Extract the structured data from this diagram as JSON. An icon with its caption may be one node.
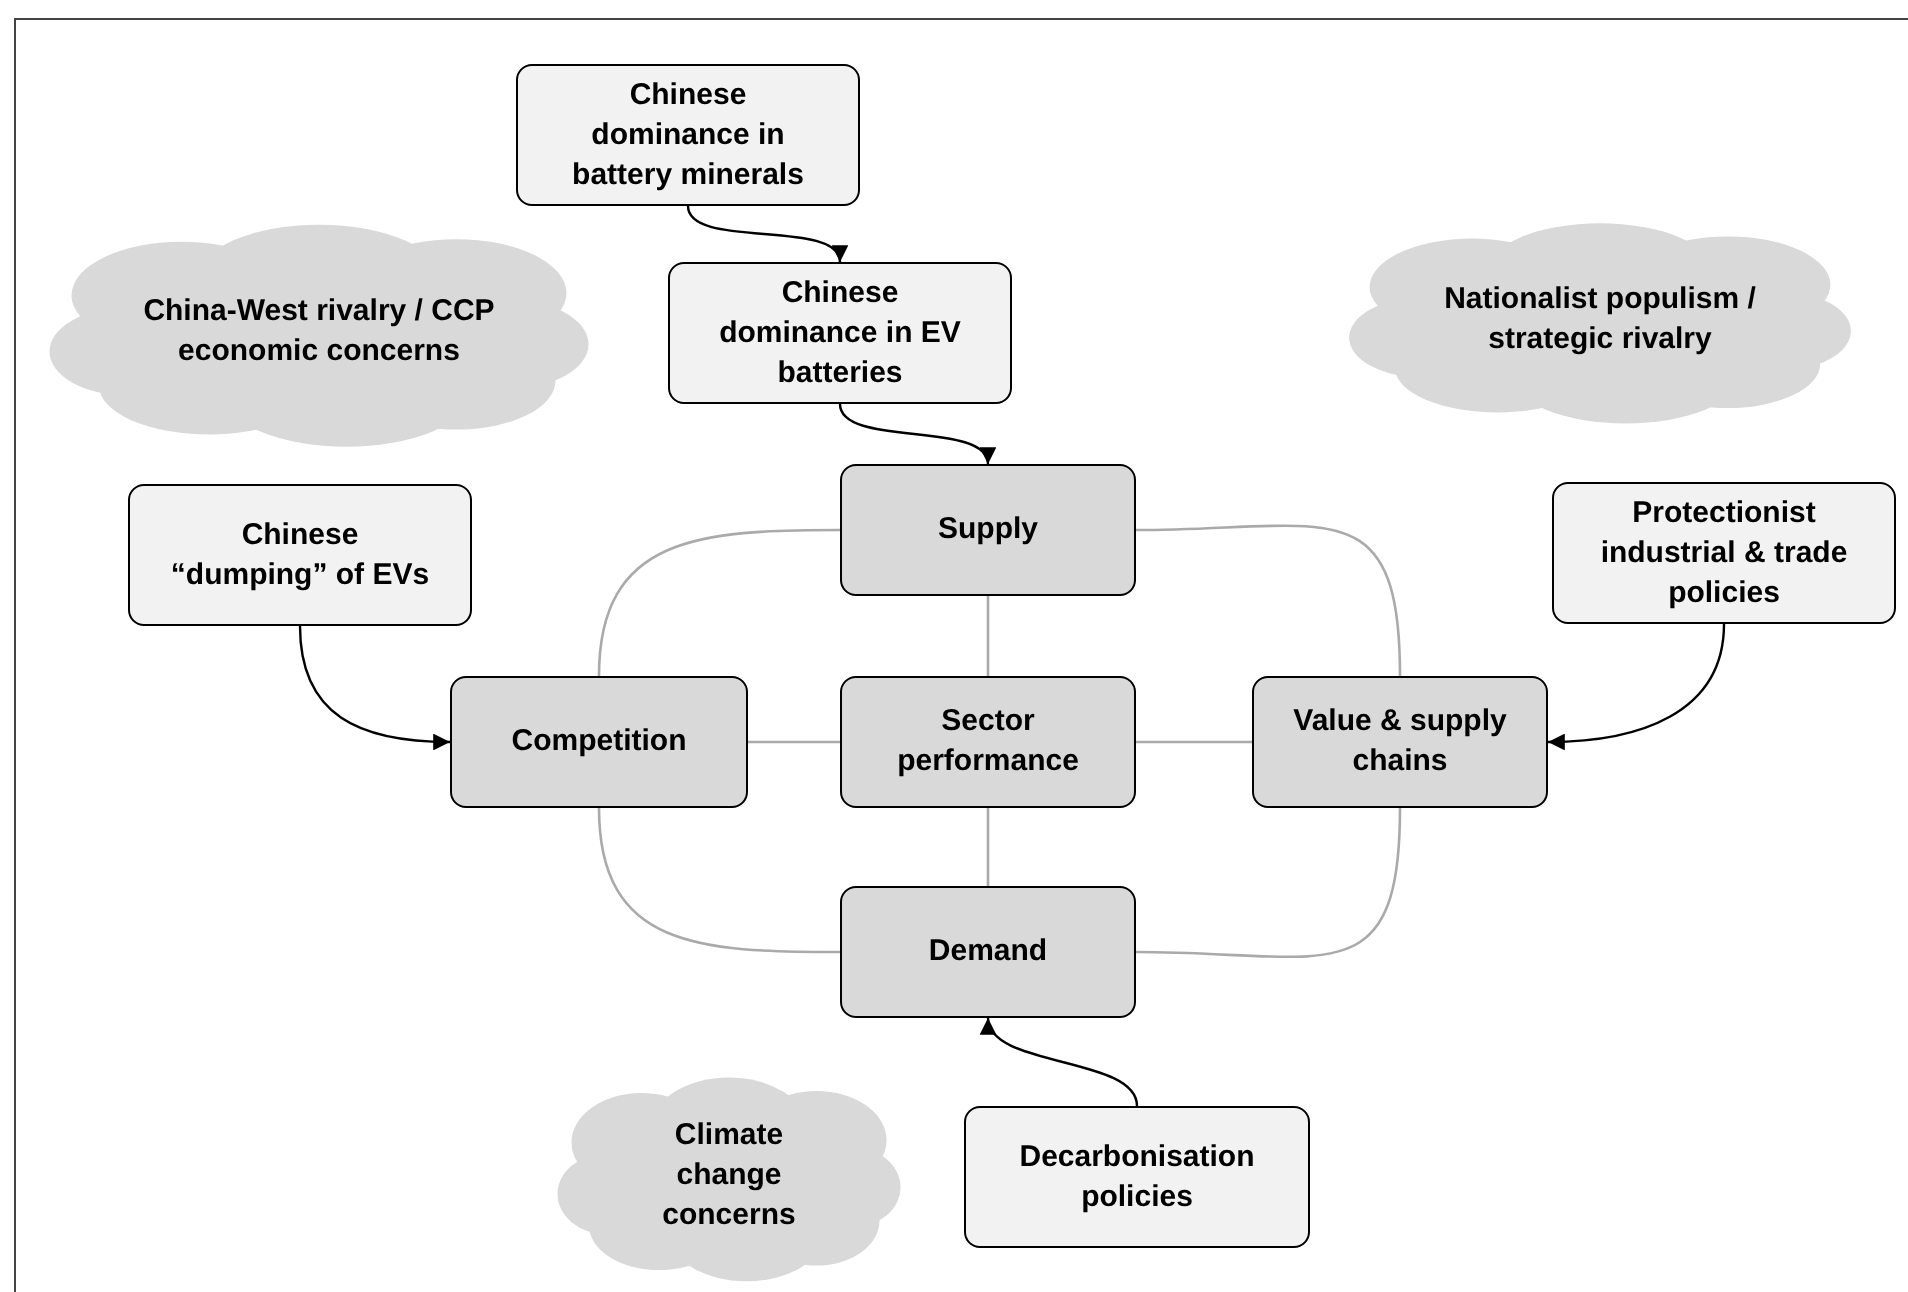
{
  "diagram": {
    "nodes": [
      {
        "text": [
          "Chinese dominance in battery minerals"
        ]
      },
      {
        "text": [
          "Chinese dominance in EV batteries"
        ]
      },
      {
        "text": [
          "China-West rivalry / CCP economic concerns"
        ]
      },
      {
        "text": [
          "Nationalist populism / strategic rivalry"
        ]
      },
      {
        "text": [
          "Chinese “dumping” of EVs"
        ]
      },
      {
        "text": [
          "Supply"
        ]
      },
      {
        "text": [
          "Protectionist industrial & trade policies"
        ]
      },
      {
        "text": [
          "Competition"
        ]
      },
      {
        "text": [
          "Sector performance"
        ]
      },
      {
        "text": [
          "Value & supply chains"
        ]
      },
      {
        "text": [
          "Demand"
        ]
      },
      {
        "text": [
          "Climate change concerns"
        ]
      },
      {
        "text": [
          "Decarbonisation policies"
        ]
      }
    ],
    "edges": [
      {
        "from": 0,
        "to": 1,
        "arrow": "to",
        "color": "#000000"
      },
      {
        "from": 1,
        "to": 5,
        "arrow": "to",
        "color": "#000000"
      },
      {
        "from": 4,
        "to": 7,
        "arrow": "to",
        "color": "#000000"
      },
      {
        "from": 6,
        "to": 9,
        "arrow": "to",
        "color": "#000000"
      },
      {
        "from": 12,
        "to": 10,
        "arrow": "to",
        "color": "#000000"
      },
      {
        "from": 5,
        "to": 8,
        "arrow": "none"
      },
      {
        "from": 7,
        "to": 8,
        "arrow": "none"
      },
      {
        "from": 8,
        "to": 9,
        "arrow": "none"
      },
      {
        "from": 8,
        "to": 10,
        "arrow": "none"
      },
      {
        "from": 5,
        "to": 7,
        "arrow": "none"
      },
      {
        "from": 5,
        "to": 9,
        "arrow": "none"
      },
      {
        "from": 7,
        "to": 10,
        "arrow": "none"
      },
      {
        "from": 9,
        "to": 10,
        "arrow": "none"
      }
    ]
  }
}
